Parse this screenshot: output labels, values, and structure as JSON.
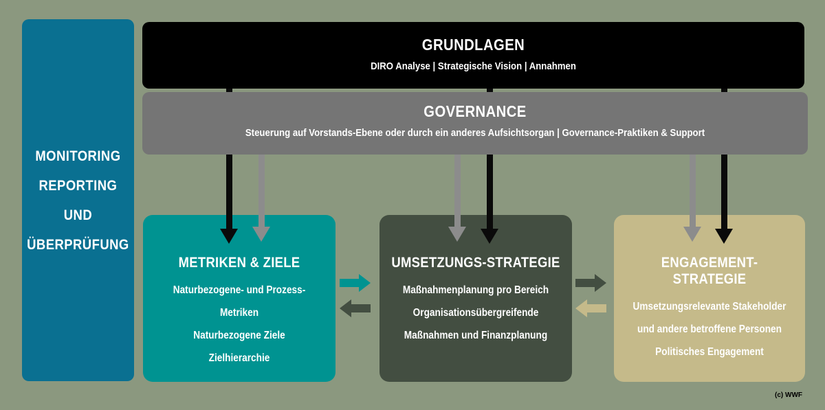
{
  "colors": {
    "background": "#8b987f",
    "sidebar": "#0a7091",
    "foundations_bar": "#000000",
    "governance_bar": "#757575",
    "gray_arrow": "#8c8c8c",
    "black_arrow": "#0a0a0a",
    "metrics_box": "#009391",
    "implementation_box": "#434e41",
    "engagement_box": "#c5ba8a",
    "text": "#ffffff"
  },
  "sidebar": {
    "lines": [
      "MONITORING",
      "REPORTING",
      "UND",
      "ÜBERPRÜFUNG"
    ]
  },
  "foundations": {
    "title": "GRUNDLAGEN",
    "subtitle": "DIRO Analyse | Strategische Vision | Annahmen"
  },
  "governance": {
    "title": "GOVERNANCE",
    "subtitle": "Steuerung auf Vorstands-Ebene oder durch ein anderes Aufsichtsorgan | Governance-Praktiken & Support"
  },
  "boxes": [
    {
      "title": "METRIKEN & ZIELE",
      "lines": [
        "Naturbezogene- und Prozess-Metriken",
        "Naturbezogene Ziele",
        "Zielhierarchie"
      ]
    },
    {
      "title": "UMSETZUNGS-STRATEGIE",
      "lines": [
        "Maßnahmenplanung pro Bereich",
        "Organisationsübergreifende",
        "Maßnahmen und Finanzplanung"
      ]
    },
    {
      "title": "ENGAGEMENT-STRATEGIE",
      "lines": [
        "Umsetzungsrelevante Stakeholder",
        "und andere betroffene Personen",
        "Politisches Engagement"
      ]
    }
  ],
  "credit": "(c) WWF"
}
